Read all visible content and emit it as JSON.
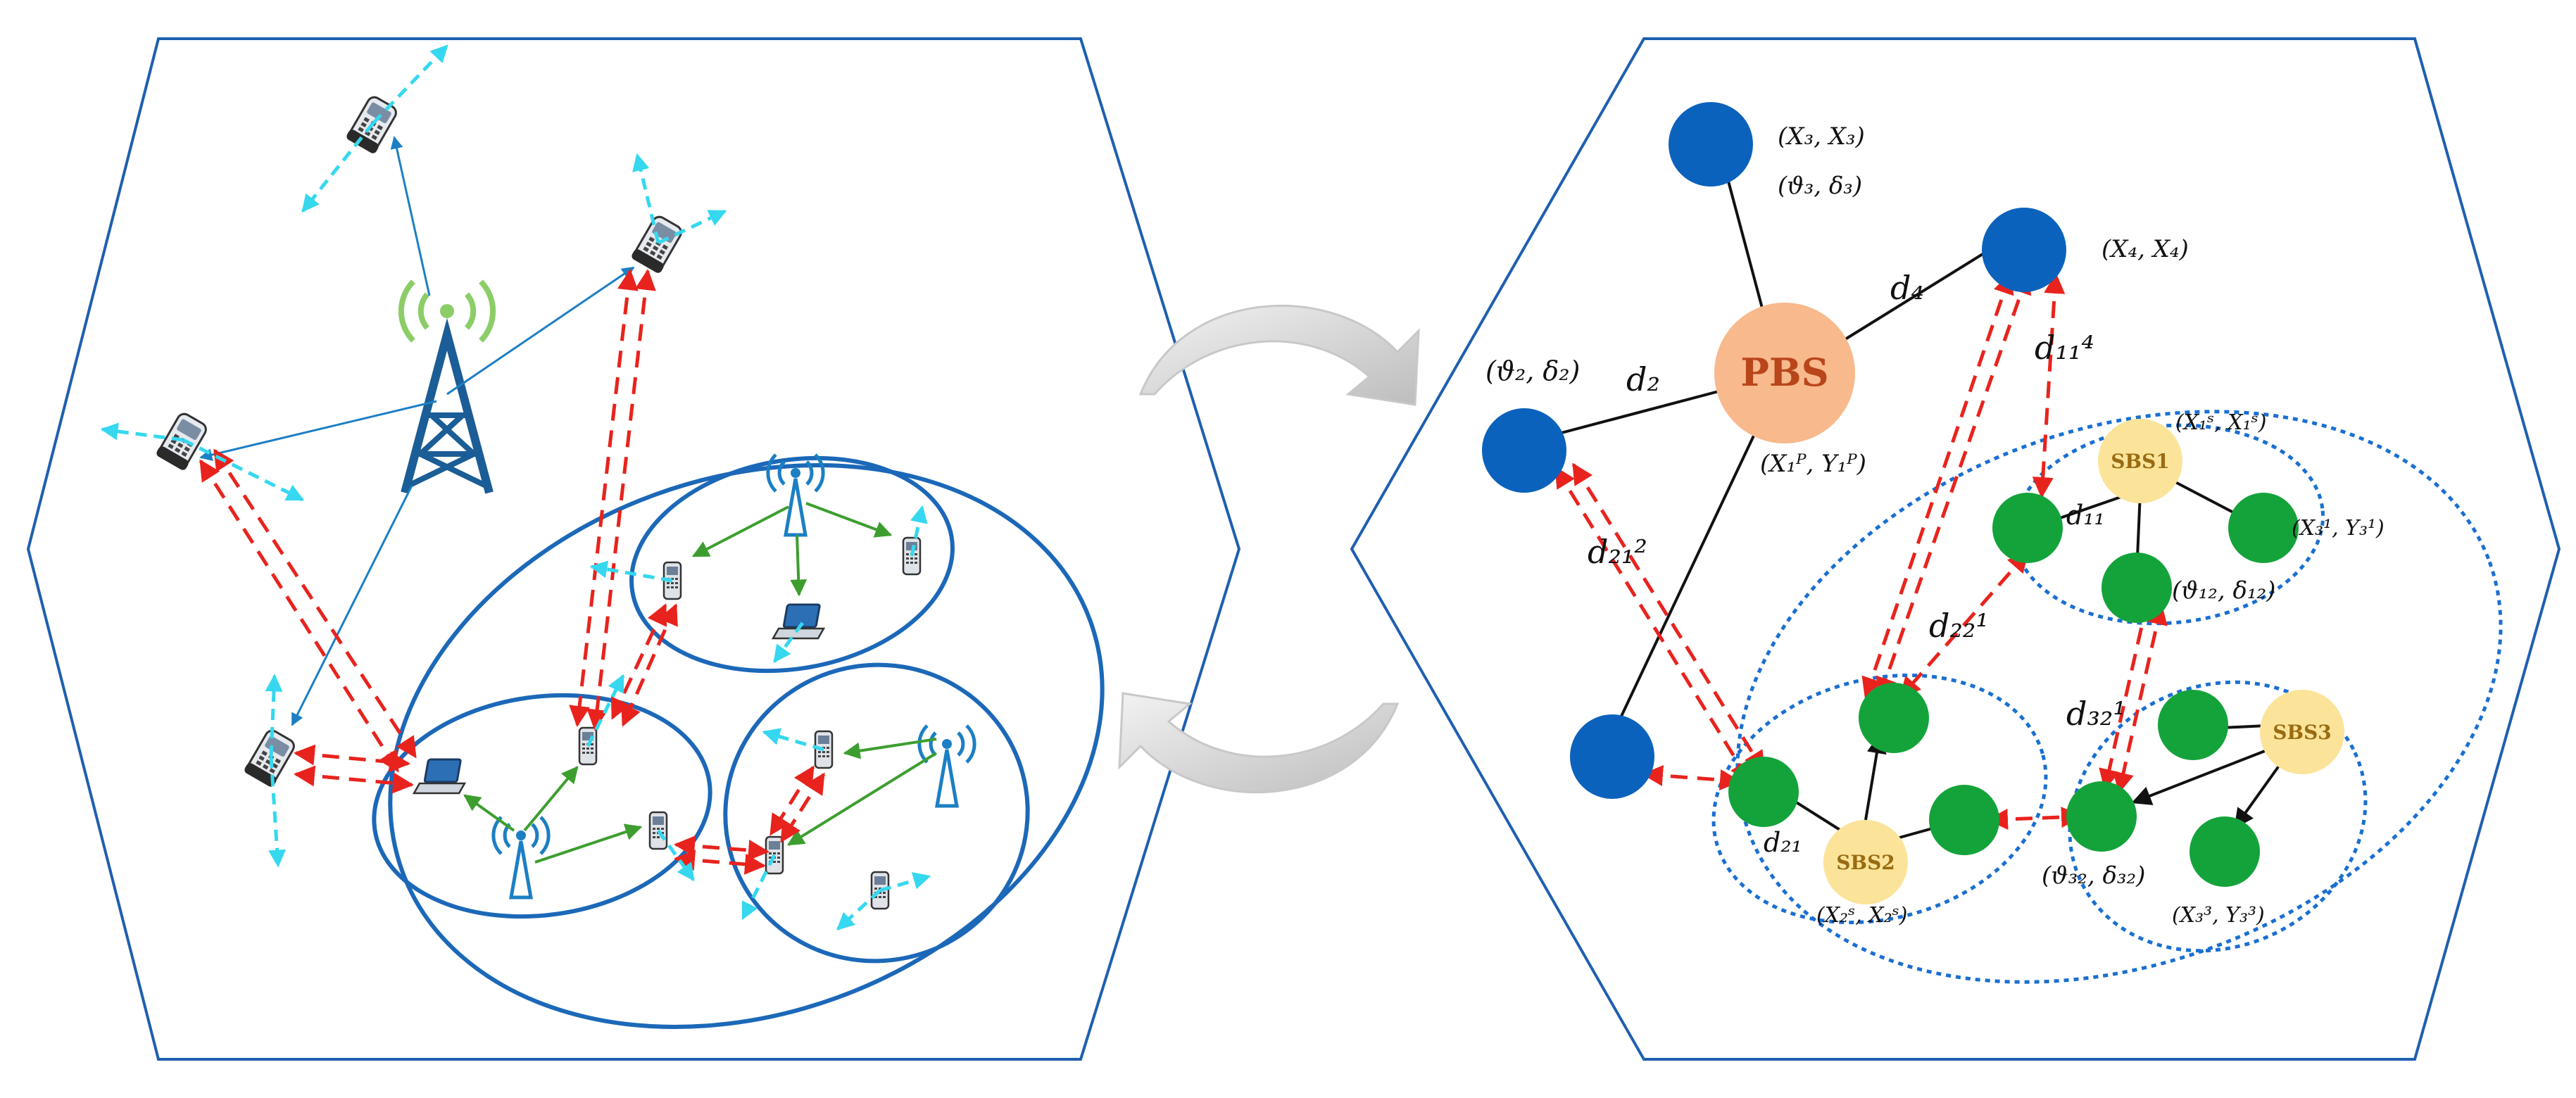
{
  "colors": {
    "hex_border": "#1f5fb0",
    "pbs_fill": "#f8b98c",
    "pbs_text": "#b8461a",
    "sbs_fill": "#fbe49a",
    "sbs_text": "#9a6b12",
    "macro_user": "#0b62bc",
    "small_user": "#14a33a",
    "red_link": "#e8231d",
    "cyan_arrow": "#35d8ee",
    "green_link": "#3d9e2f",
    "cluster_ring": "#1c68b8",
    "dotted_ring": "#1a6fd1"
  },
  "icons": [
    "cell-tower-icon",
    "small-cell-antenna-icon",
    "mobile-phone-icon",
    "laptop-icon",
    "cycle-arrows-icon"
  ],
  "right": {
    "pbs_label": "PBS",
    "pbs_coord": "(X₁ᴾ, Y₁ᴾ)",
    "sbs": [
      {
        "label": "SBS1",
        "coord": "(X₁ˢ, X₁ˢ)"
      },
      {
        "label": "SBS2",
        "coord": "(X₂ˢ, X₂ˢ)"
      },
      {
        "label": "SBS3",
        "coord": ""
      }
    ],
    "user_labels": {
      "u3_pos": "(X₃, X₃)",
      "u3_ang": "(ϑ₃, δ₃)",
      "u4_pos": "(X₄, X₄)",
      "u2_ang": "(ϑ₂, δ₂)",
      "s13": "(X₃¹, Y₃¹)",
      "s12": "(ϑ₁₂, δ₁₂)",
      "s32": "(ϑ₃₂, δ₃₂)",
      "s33": "(X₃³, Y₃³)"
    },
    "distance_labels": {
      "d2": "d₂",
      "d4": "d₄",
      "d11_4": "d₁₁⁴",
      "d11": "d₁₁",
      "d21_2": "d₂₁²",
      "d22_1": "d₂₂¹",
      "d32_1": "d₃₂¹",
      "d21": "d₂₁"
    }
  }
}
